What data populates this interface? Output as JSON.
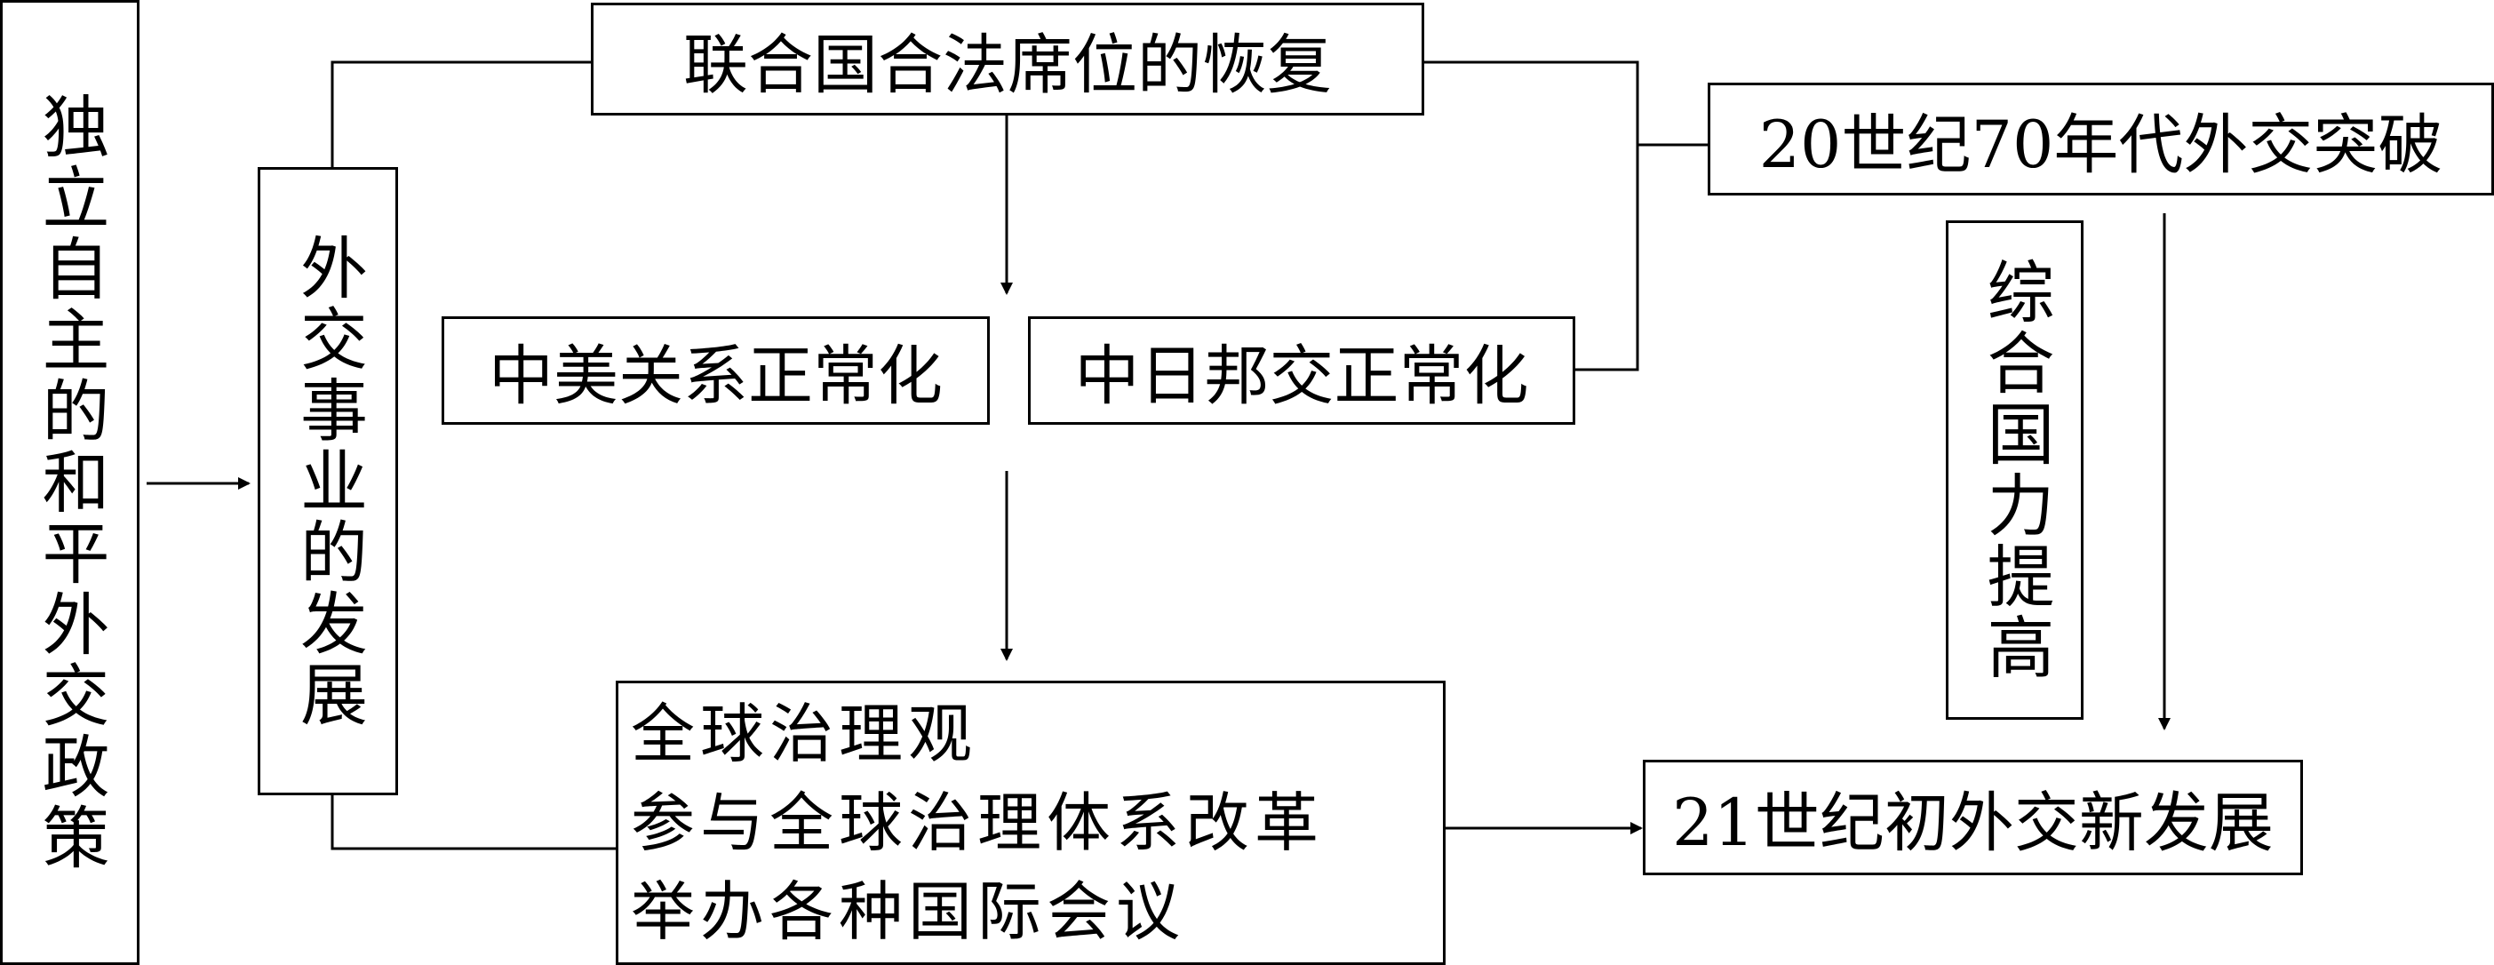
{
  "nodes": {
    "policy": "独立自主的和平外交政策",
    "development": "外交事业的发展",
    "un_seat": "联合国合法席位的恢复",
    "breakthrough_70s": "20世纪70年代外交突破",
    "china_us": "中美关系正常化",
    "china_japan": "中日邦交正常化",
    "national_power": "综合国力提高",
    "new_century": "21世纪初外交新发展",
    "global_governance": [
      "全球治理观",
      "参与全球治理体系改革",
      "举办各种国际会议"
    ]
  }
}
